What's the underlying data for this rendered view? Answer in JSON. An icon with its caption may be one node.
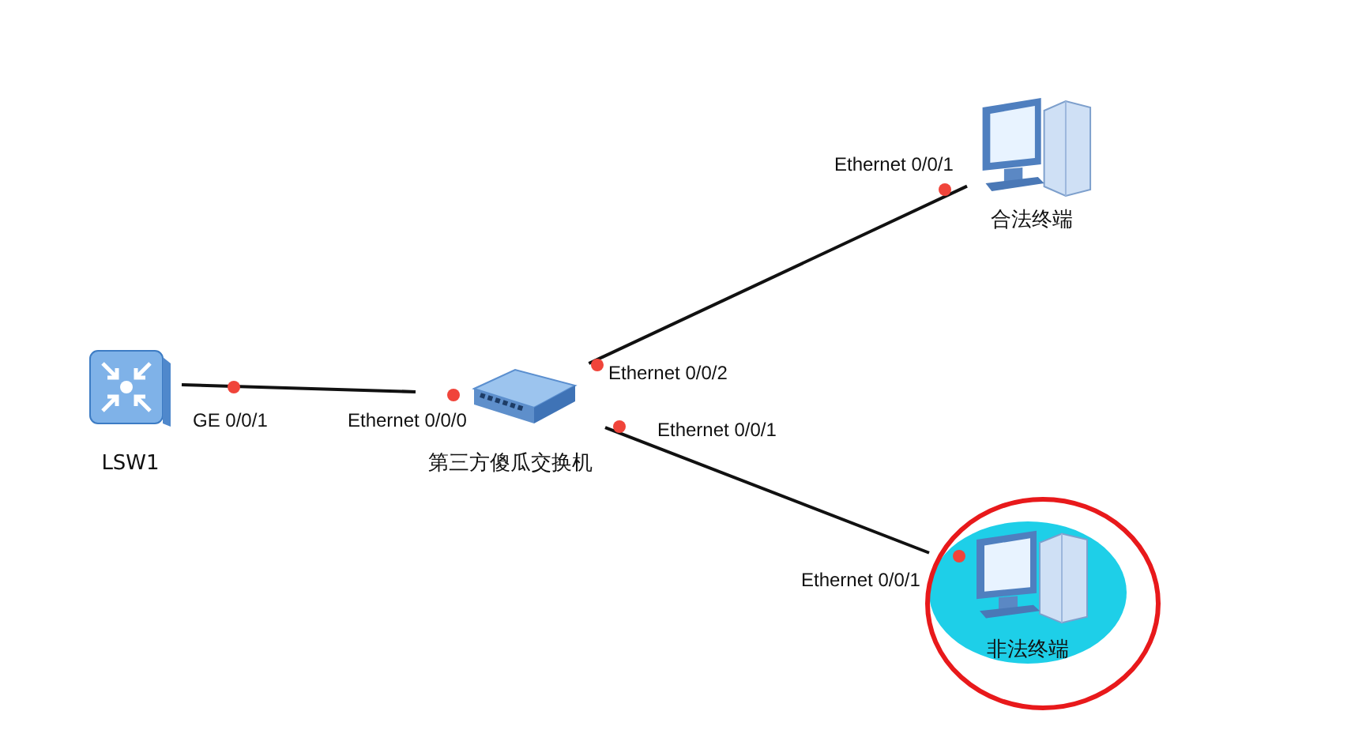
{
  "diagram": {
    "nodes": [
      {
        "text": [
          "LSW1"
        ]
      },
      {
        "text": [
          "第三方傻瓜交换机"
        ]
      },
      {
        "text": [
          "合法终端"
        ]
      },
      {
        "text": [
          "非法终端"
        ]
      }
    ],
    "edges": [
      {
        "from": 0,
        "to": 1,
        "arrow": "none"
      },
      {
        "from": 1,
        "to": 2,
        "arrow": "none"
      },
      {
        "from": 1,
        "to": 3,
        "arrow": "none"
      }
    ],
    "labels": [
      "Ethernet 0/0/1",
      "Ethernet 0/0/2",
      "GE 0/0/1",
      "Ethernet 0/0/0",
      "Ethernet 0/0/1",
      "Ethernet 0/0/1"
    ]
  }
}
